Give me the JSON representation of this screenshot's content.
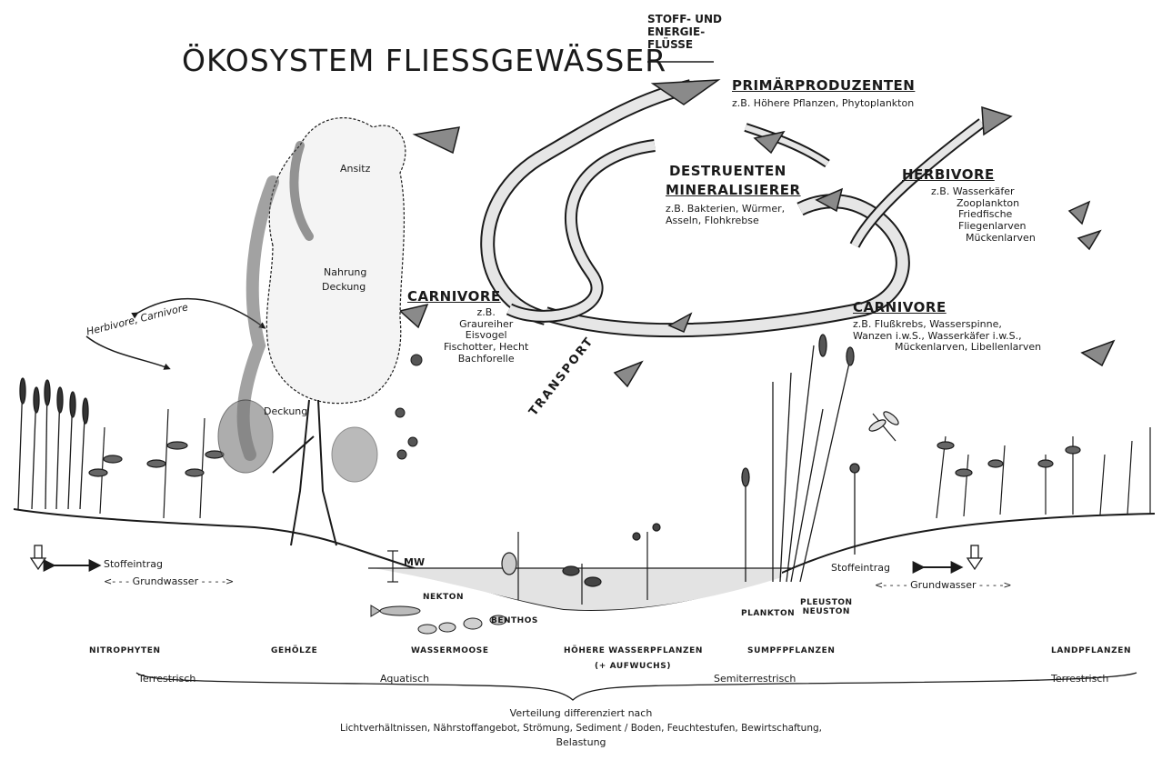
{
  "title": "ÖKOSYSTEM FLIESSGEWÄSSER",
  "flows_heading": [
    "STOFF- UND",
    "ENERGIE-",
    "FLÜSSE"
  ],
  "primaerproduzenten": {
    "heading": "PRIMÄRPRODUZENTEN",
    "examples": "z.B. Höhere Pflanzen, Phytoplankton"
  },
  "destruenten": {
    "heading1": "DESTRUENTEN",
    "heading2": "MINERALISIERER",
    "examples": [
      "z.B. Bakterien, Würmer,",
      "Asseln, Flohkrebse"
    ]
  },
  "herbivore": {
    "heading": "HERBIVORE",
    "examples": [
      "z.B. Wasserkäfer",
      "Zooplankton",
      "Friedfische",
      "Fliegenlarven",
      "Mückenlarven"
    ]
  },
  "carnivore_left": {
    "heading": "CARNIVORE",
    "examples": [
      "z.B.",
      "Graureiher",
      "Eisvogel",
      "Fischotter, Hecht",
      "Bachforelle"
    ]
  },
  "carnivore_right": {
    "heading": "CARNIVORE",
    "examples": [
      "z.B. Flußkrebs, Wasserspinne,",
      "Wanzen i.w.S., Wasserkäfer i.w.S.,",
      "Mückenlarven, Libellenlarven"
    ]
  },
  "transport": "TRANSPORT",
  "tree_labels": {
    "ansitz": "Ansitz",
    "nahrung": "Nahrung",
    "deckung_top": "Deckung",
    "deckung_low": "Deckung"
  },
  "herbivore_carnivore_arc": "Herbivore, Carnivore",
  "stoffeintrag": "Stoffeintrag",
  "grundwasser": "Grundwasser",
  "mw": "MW",
  "nekton": "NEKTON",
  "benthos": "BENTHOS",
  "plankton": "PLANKTON",
  "pleuston": [
    "PLEUSTON",
    "NEUSTON"
  ],
  "zones": [
    "NITROPHYTEN",
    "GEHÖLZE",
    "WASSERMOOSE",
    "HÖHERE WASSERPFLANZEN",
    "(+ AUFWUCHS)",
    "SUMPFPFLANZEN",
    "LANDPFLANZEN"
  ],
  "ranges": [
    "Terrestrisch",
    "Aquatisch",
    "Semiterrestrisch",
    "Terrestrisch"
  ],
  "footer": [
    "Verteilung differenziert nach",
    "Lichtverhältnissen, Nährstoffangebot, Strömung, Sediment / Boden, Feuchtestufen, Bewirtschaftung,",
    "Belastung"
  ],
  "colors": {
    "ink": "#1a1a1a",
    "water": "#c8c8c8",
    "foliage": "#555555",
    "arrow_fill": "#d9d9d9"
  }
}
